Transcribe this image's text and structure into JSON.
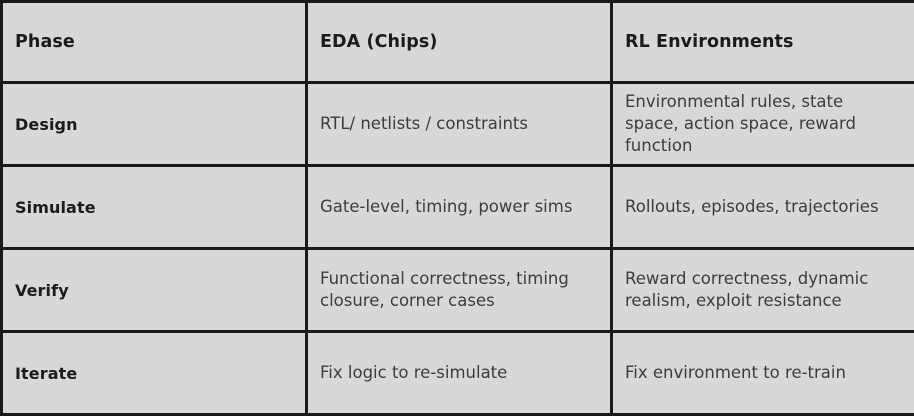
{
  "table": {
    "columns": [
      {
        "key": "phase",
        "label": "Phase"
      },
      {
        "key": "eda",
        "label": "EDA (Chips)"
      },
      {
        "key": "rl",
        "label": "RL Environments"
      }
    ],
    "rows": [
      {
        "phase": "Design",
        "eda": "RTL/ netlists / constraints",
        "rl": "Environmental rules, state space, action space, reward function"
      },
      {
        "phase": "Simulate",
        "eda": "Gate-level, timing, power sims",
        "rl": "Rollouts, episodes, trajectories"
      },
      {
        "phase": "Verify",
        "eda": "Functional correctness, timing closure, corner cases",
        "rl": "Reward correctness, dynamic realism, exploit resistance"
      },
      {
        "phase": "Iterate",
        "eda": "Fix logic to re-simulate",
        "rl": "Fix environment to re-train"
      }
    ],
    "colors": {
      "cell_background": "#d8d8d8",
      "border": "#1a1a1a",
      "header_text": "#1b1b1b",
      "body_text": "#3c3c3c"
    }
  }
}
